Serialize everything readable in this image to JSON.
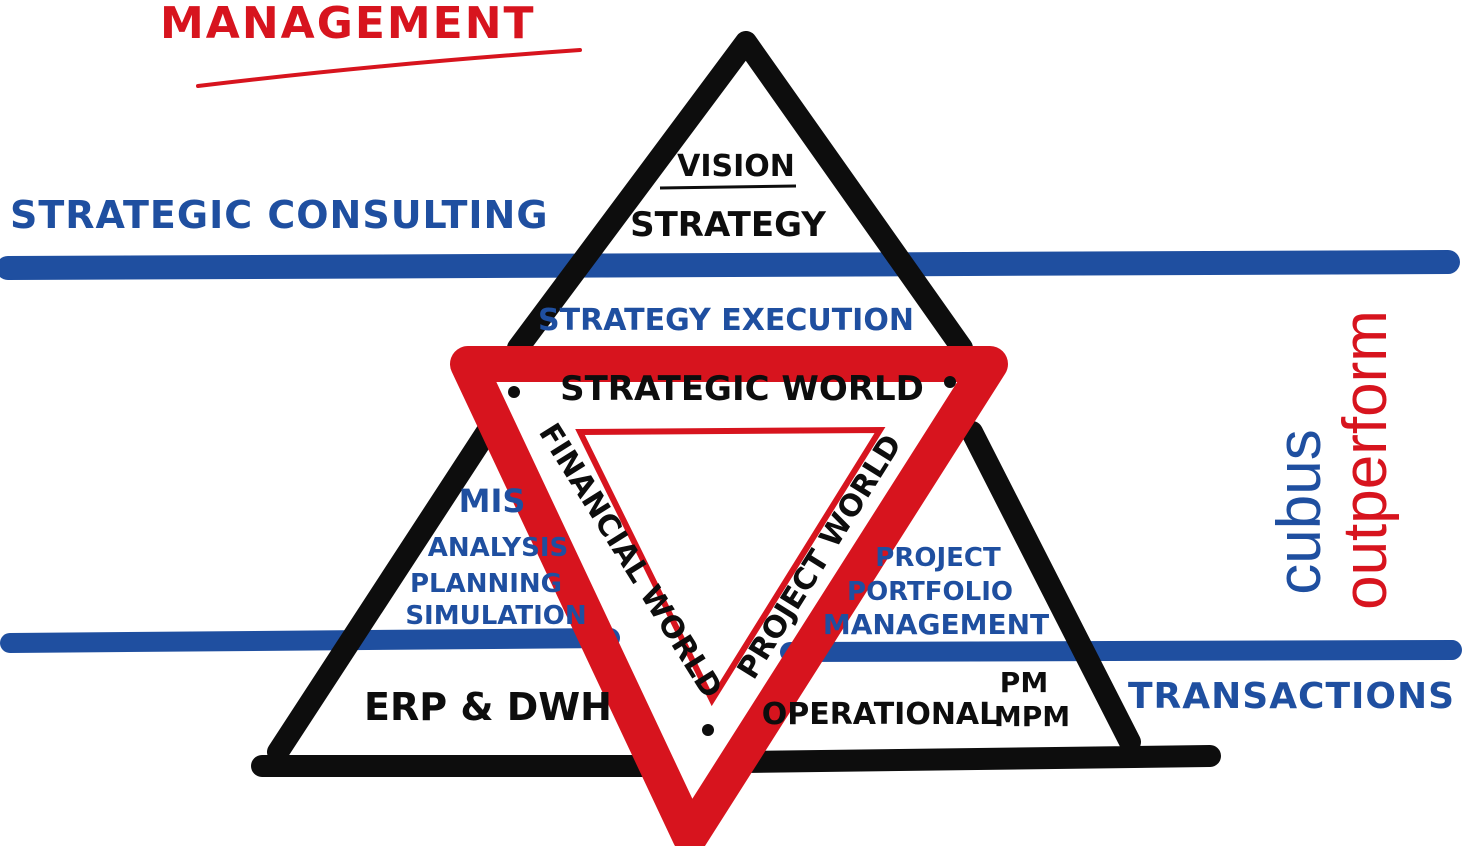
{
  "header": {
    "title": "MANAGEMENT"
  },
  "bands": {
    "strategic_consulting": "STRATEGIC CONSULTING",
    "transactions": "TRANSACTIONS"
  },
  "top_triangle": {
    "vision": "VISION",
    "strategy": "STRATEGY",
    "strategy_execution": "STRATEGY EXECUTION"
  },
  "red_triangle": {
    "strategic_world": "STRATEGIC WORLD",
    "financial_world": "FINANCIAL WORLD",
    "project_world": "PROJECT WORLD"
  },
  "left_triangle": {
    "mis": "MIS",
    "analysis": "ANALYSIS",
    "planning": "PLANNING",
    "simulation": "SIMULATION",
    "erp_dwh": "ERP & DWH"
  },
  "right_triangle": {
    "project": "PROJECT",
    "portfolio": "PORTFOLIO",
    "management": "MANAGEMENT",
    "operational": "OPERATIONAL",
    "pm": "PM",
    "mpm": "MPM"
  },
  "brand": {
    "cubus": "cubus",
    "outperform": "outperform"
  },
  "colors": {
    "blue": "#1f4fa0",
    "red": "#d7141e",
    "black": "#0d0d0d"
  }
}
